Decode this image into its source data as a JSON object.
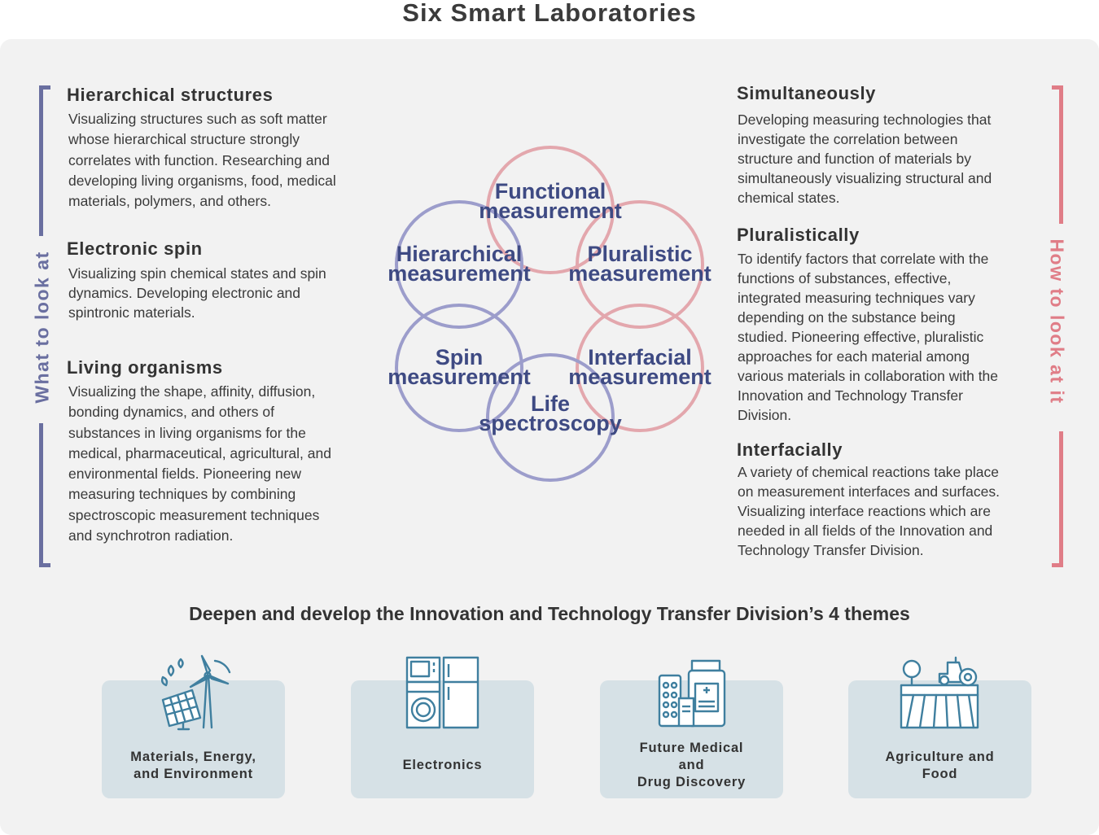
{
  "title": "Six Smart Laboratories",
  "left_label": "What to look at",
  "right_label": "How to look at it",
  "left_sections": [
    {
      "heading": "Hierarchical structures",
      "lines": [
        "Visualizing structures such as soft matter",
        "whose hierarchical structure strongly",
        "correlates with function. Researching and",
        "developing living organisms, food, medical",
        "materials, polymers, and others."
      ]
    },
    {
      "heading": "Electronic spin",
      "lines": [
        "Visualizing spin chemical states and spin",
        "dynamics. Developing electronic and",
        "spintronic materials."
      ]
    },
    {
      "heading": "Living organisms",
      "lines": [
        "Visualizing the shape, affinity, diffusion,",
        "bonding dynamics, and others of",
        "substances in living organisms for the",
        "medical, pharmaceutical, agricultural, and",
        "environmental fields. Pioneering new",
        "measuring techniques by combining",
        "spectroscopic measurement techniques",
        "and synchrotron radiation."
      ]
    }
  ],
  "right_sections": [
    {
      "heading": "Simultaneously",
      "lines": [
        "Developing measuring technologies that",
        "investigate the correlation between",
        "structure and function of materials by",
        "simultaneously visualizing structural and",
        "chemical states."
      ]
    },
    {
      "heading": "Pluralistically",
      "lines": [
        "To identify factors that correlate with the",
        "functions of substances, effective,",
        "integrated measuring techniques vary",
        "depending on the substance being",
        "studied. Pioneering effective, pluralistic",
        "approaches for each material among",
        "various materials in collaboration with the",
        "Innovation and Technology Transfer",
        "Division."
      ]
    },
    {
      "heading": "Interfacially",
      "lines": [
        "A variety of chemical reactions take place",
        "on measurement interfaces and surfaces.",
        "Visualizing interface reactions which are",
        "needed in all fields of the Innovation and",
        "Technology Transfer Division."
      ]
    }
  ],
  "venn": [
    {
      "line1": "Functional",
      "line2": "measurement",
      "ring_color": "#e3a7ad"
    },
    {
      "line1": "Hierarchical",
      "line2": "measurement",
      "ring_color": "#9c9dcb"
    },
    {
      "line1": "Pluralistic",
      "line2": "measurement",
      "ring_color": "#e3a7ad"
    },
    {
      "line1": "Spin",
      "line2": "measurement",
      "ring_color": "#9c9dcb"
    },
    {
      "line1": "Interfacial",
      "line2": "measurement",
      "ring_color": "#e3a7ad"
    },
    {
      "line1": "Life",
      "line2": "spectroscopy",
      "ring_color": "#9c9dcb"
    }
  ],
  "themes_title": "Deepen and develop the Innovation and Technology Transfer Division’s 4 themes",
  "themes": [
    {
      "lines": [
        "Materials, Energy,",
        "and Environment"
      ],
      "icon": "solar-wind-icon"
    },
    {
      "lines": [
        "Electronics"
      ],
      "icon": "appliances-icon"
    },
    {
      "lines": [
        "Future Medical",
        "and",
        "Drug Discovery"
      ],
      "icon": "medicine-icon"
    },
    {
      "lines": [
        "Agriculture and",
        "Food"
      ],
      "icon": "farm-tractor-icon"
    }
  ],
  "colors": {
    "left_accent": "#6a6fa0",
    "right_accent": "#e07d87",
    "venn_text": "#3e4a83",
    "card_bg": "#d6e1e6",
    "icon_stroke": "#3f7f9f"
  }
}
